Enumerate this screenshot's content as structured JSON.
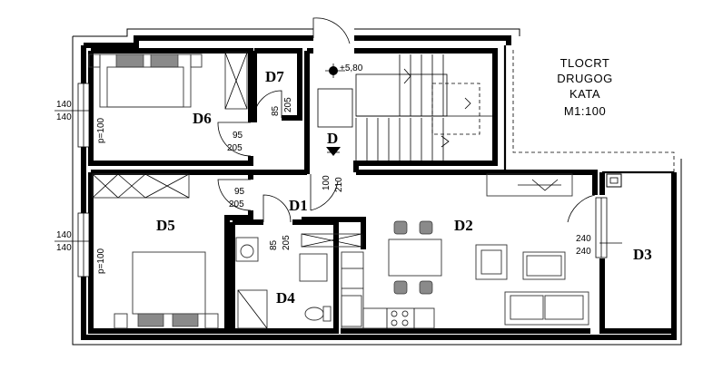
{
  "title": {
    "line1": "TLOCRT",
    "line2": "DRUGOG",
    "line3": "KATA",
    "line4": "M1:100"
  },
  "rooms": {
    "d1": "D1",
    "d2": "D2",
    "d3": "D3",
    "d4": "D4",
    "d5": "D5",
    "d6": "D6",
    "d7": "D7",
    "d": "D"
  },
  "dimensions": {
    "level": "+5,80",
    "win_d6_top": "140",
    "win_d6_bottom": "140",
    "win_d6_sill": "p=100",
    "win_d5_top": "140",
    "win_d5_bottom": "140",
    "win_d5_sill": "p=100",
    "door_d6_w": "95",
    "door_d6_h": "205",
    "door_d7_w": "85",
    "door_d7_h": "205",
    "door_d5_w": "95",
    "door_d5_h": "205",
    "door_d4_w": "85",
    "door_d4_h": "205",
    "door_entry_w": "100",
    "door_entry_h": "210",
    "door_d3_top": "240",
    "door_d3_bottom": "240"
  }
}
